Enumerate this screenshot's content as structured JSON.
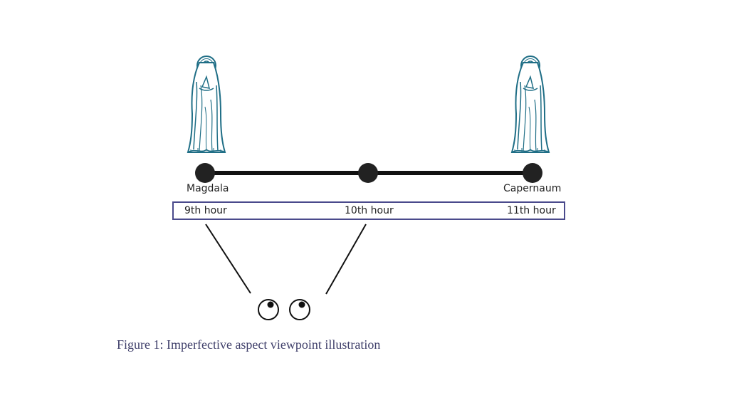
{
  "timeline": {
    "places": {
      "start": "Magdala",
      "end": "Capernaum"
    },
    "hours": [
      "9th hour",
      "10th hour",
      "11th hour"
    ]
  },
  "caption": "Figure 1: Imperfective aspect viewpoint illustration",
  "figures": {
    "icon": "praying-madonna-icon",
    "color": "#1f6e86"
  },
  "colors": {
    "timeline": "#111111",
    "box_border": "#4a4a8c",
    "caption": "#3f3f6a"
  }
}
